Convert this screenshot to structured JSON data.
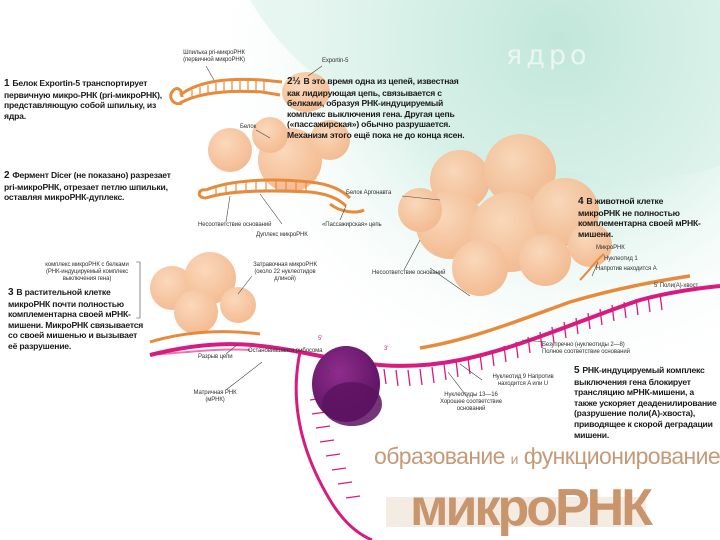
{
  "heading": {
    "nucleus": "ядро",
    "title_line1_a": "образование",
    "title_line1_and": "и",
    "title_line1_b": "функционирование",
    "title_line2": "микроРНК"
  },
  "steps": {
    "s1": {
      "num": "1",
      "text": "Белок Exportin-5 транспортирует первичную микро-РНК (pri-микроРНК), представляющую собой шпильку, из ядра."
    },
    "s2": {
      "num": "2",
      "text": "Фермент Dicer (не показано) разрезает pri-микроРНК, отрезает петлю шпильки, оставляя микроРНК-дуплекс."
    },
    "s2half": {
      "num": "2½",
      "text": "В это время одна из цепей, известная как лидирующая цепь, связывается с белками, образуя РНК-индуцируемый комплекс выключения гена. Другая цепь («пассажирская») обычно разрушается. Механизм этого ещё пока не до конца ясен."
    },
    "s3": {
      "num": "3",
      "text": "В растительной клетке микроРНК почти полностью комплементарна своей мРНК-мишени. МикроРНК связывается со своей мишенью и вызывает её разрушение."
    },
    "s4": {
      "num": "4",
      "text": "В животной клетке микроРНК не полностью комплементарна своей мРНК-мишени."
    },
    "s5": {
      "num": "5",
      "text": "РНК-индуцируемый комплекс выключения гена блокирует трансляцию мРНК-мишени, а также ускоряет деаденилирование (разрушение поли(А)-хвоста), приводящее к скорой деградации мишени."
    }
  },
  "labels": {
    "hairpin": "Шпилька pri-микроРНК (первичной микроРНК)",
    "exportin": "Exportin-5",
    "protein": "Белок",
    "mismatches": "Несоответствие оснований",
    "duplex": "Дуплекс микроРНК",
    "passenger": "«Пассажирская» цепь",
    "argonaute": "Белок Аргонавта",
    "complex": "комплекс микроРНК с белками (РНК-индуцируемый комплекс выключения гена)",
    "guide": "Затравочная микроРНК (около 22 нуклеотидов длиной)",
    "base_mismatch": "Несоответствие оснований",
    "mirna_label": "МикроРНК",
    "nucleotide1": "Нуклеотид 1",
    "nucleotide1_opp": "Напротив находится A",
    "polya": "5' Поли(А)-хвост",
    "seed": "Безупречно (нуклеотиды 2—8) Полное соответствие оснований",
    "nuc9": "Нуклеотид 9 Напротив находится A или U",
    "nuc13": "Нуклеотиды 13—16 Хорошее соответствие оснований",
    "cut": "Разрыв цепи",
    "ribosome": "Остановившаяся рибосома",
    "mrna": "Матричная РНК (мРНК)",
    "five_prime": "5'",
    "three_prime": "3'"
  },
  "colors": {
    "protein": "#f6c49c",
    "hairpin": "#e88a3c",
    "mrna": "#d81b7f",
    "ribosome": "#7b1f7a",
    "ribosome_dark": "#5c1360",
    "title": "#c8956d",
    "nucleus_wash": "#b9e3d6"
  }
}
